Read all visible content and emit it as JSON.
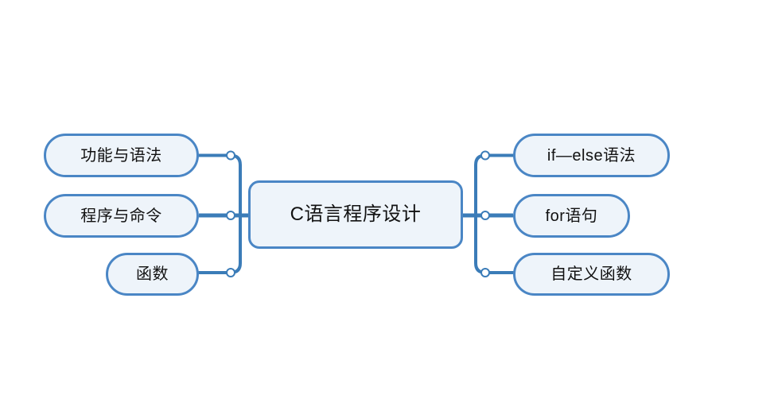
{
  "diagram": {
    "type": "mind-map",
    "title_text": "C语言程序设计",
    "background_color": "#ffffff",
    "node_fill_color": "#eef4fa",
    "node_border_color": "#4a86c5",
    "connector_color": "#3b7cb8",
    "text_color": "#111111"
  },
  "central": {
    "label": "C语言程序设计"
  },
  "left_branch": {
    "items": [
      {
        "label": "功能与语法"
      },
      {
        "label": "程序与命令"
      },
      {
        "label": "函数"
      }
    ]
  },
  "right_branch": {
    "items": [
      {
        "label": "if—else语法"
      },
      {
        "label": "for语句"
      },
      {
        "label": "自定义函数"
      }
    ]
  }
}
